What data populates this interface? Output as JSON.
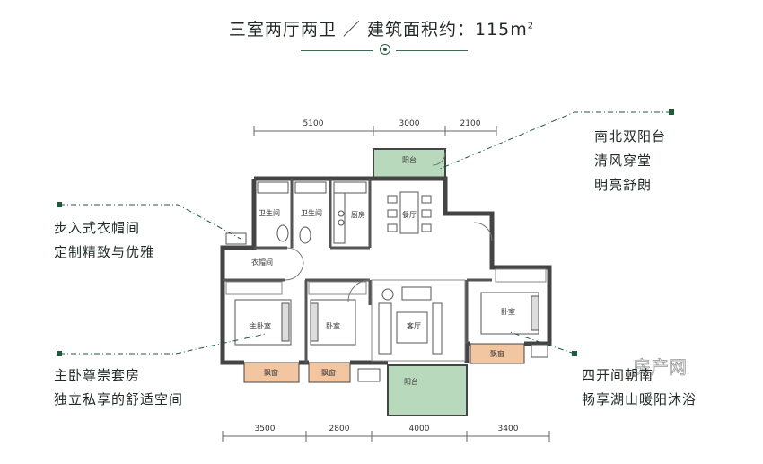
{
  "header": {
    "title": "三室两厅两卫 ／ 建筑面积约：115m",
    "area_unit_sup": "2"
  },
  "dimensions": {
    "top": [
      "5100",
      "3000",
      "2100"
    ],
    "bottom": [
      "3500",
      "2800",
      "4000",
      "3400"
    ]
  },
  "rooms": {
    "balcony_top": "阳台",
    "bath_1": "卫生间",
    "bath_2": "卫生间",
    "kitchen": "厨房",
    "dining": "餐厅",
    "closet": "衣帽间",
    "master": "主卧室",
    "bedroom_mid": "卧室",
    "living": "客厅",
    "bedroom_right": "卧室",
    "bay_1": "飘窗",
    "bay_2": "飘窗",
    "bay_3": "飘窗",
    "balcony_bottom": "阳台"
  },
  "notes": {
    "top_right": [
      "南北双阳台",
      "清风穿堂",
      "明亮舒朗"
    ],
    "left_top": [
      "步入式衣帽间",
      "定制精致与优雅"
    ],
    "left_bottom": [
      "主卧尊崇套房",
      "独立私享的舒适空间"
    ],
    "bottom_right": [
      "四开间朝南",
      "畅享湖山暖阳沐浴"
    ]
  },
  "watermark": "房产网",
  "colors": {
    "accent": "#1d5b3a",
    "balcony": "#b9d9bd",
    "bay": "#f3c6a2"
  }
}
